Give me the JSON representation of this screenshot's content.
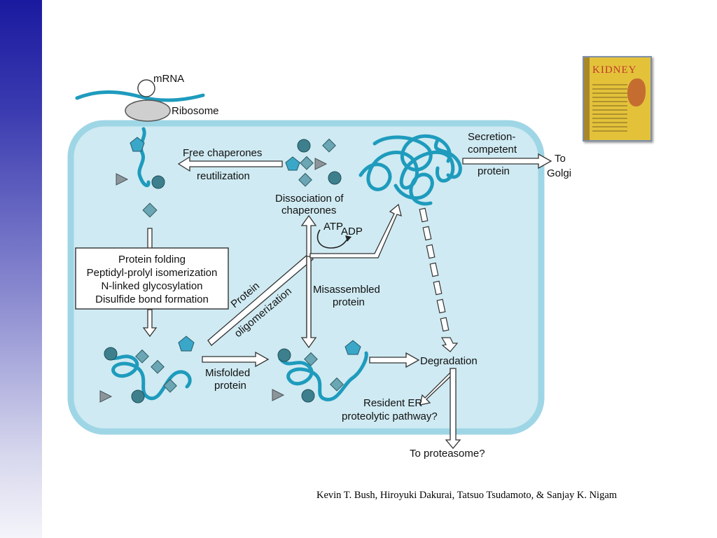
{
  "diagram": {
    "labels": {
      "mrna": "mRNA",
      "ribosome": "Ribosome",
      "free_chaperones": "Free chaperones",
      "reutilization": "reutilization",
      "dissociation_line1": "Dissociation of",
      "dissociation_line2": "chaperones",
      "atp": "ATP",
      "adp": "ADP",
      "secretion_line1": "Secretion-",
      "secretion_line2": "competent",
      "secretion_line3": "protein",
      "to_golgi_line1": "To",
      "to_golgi_line2": "Golgi",
      "folding_steps": [
        "Protein folding",
        "Peptidyl-prolyl isomerization",
        "N-linked glycosylation",
        "Disulfide bond formation"
      ],
      "protein_oligo_line1": "Protein",
      "protein_oligo_line2": "oligomerization",
      "misassembled_line1": "Misassembled",
      "misassembled_line2": "protein",
      "misfolded_line1": "Misfolded",
      "misfolded_line2": "protein",
      "degradation": "Degradation",
      "resident_er_line1": "Resident ER",
      "resident_er_line2": "proteolytic pathway?",
      "to_proteasome": "To proteasome?"
    },
    "colors": {
      "er_fill": "#cfeaf2",
      "er_border": "#9fd6e6",
      "protein_strand": "#1e9bbd",
      "chaperone": "#4f8a97"
    }
  },
  "book_cover": {
    "title": "KIDNEY"
  },
  "citation": "Kevin T. Bush, Hiroyuki Dakurai, Tatsuo Tsudamoto, & Sanjay K. Nigam"
}
